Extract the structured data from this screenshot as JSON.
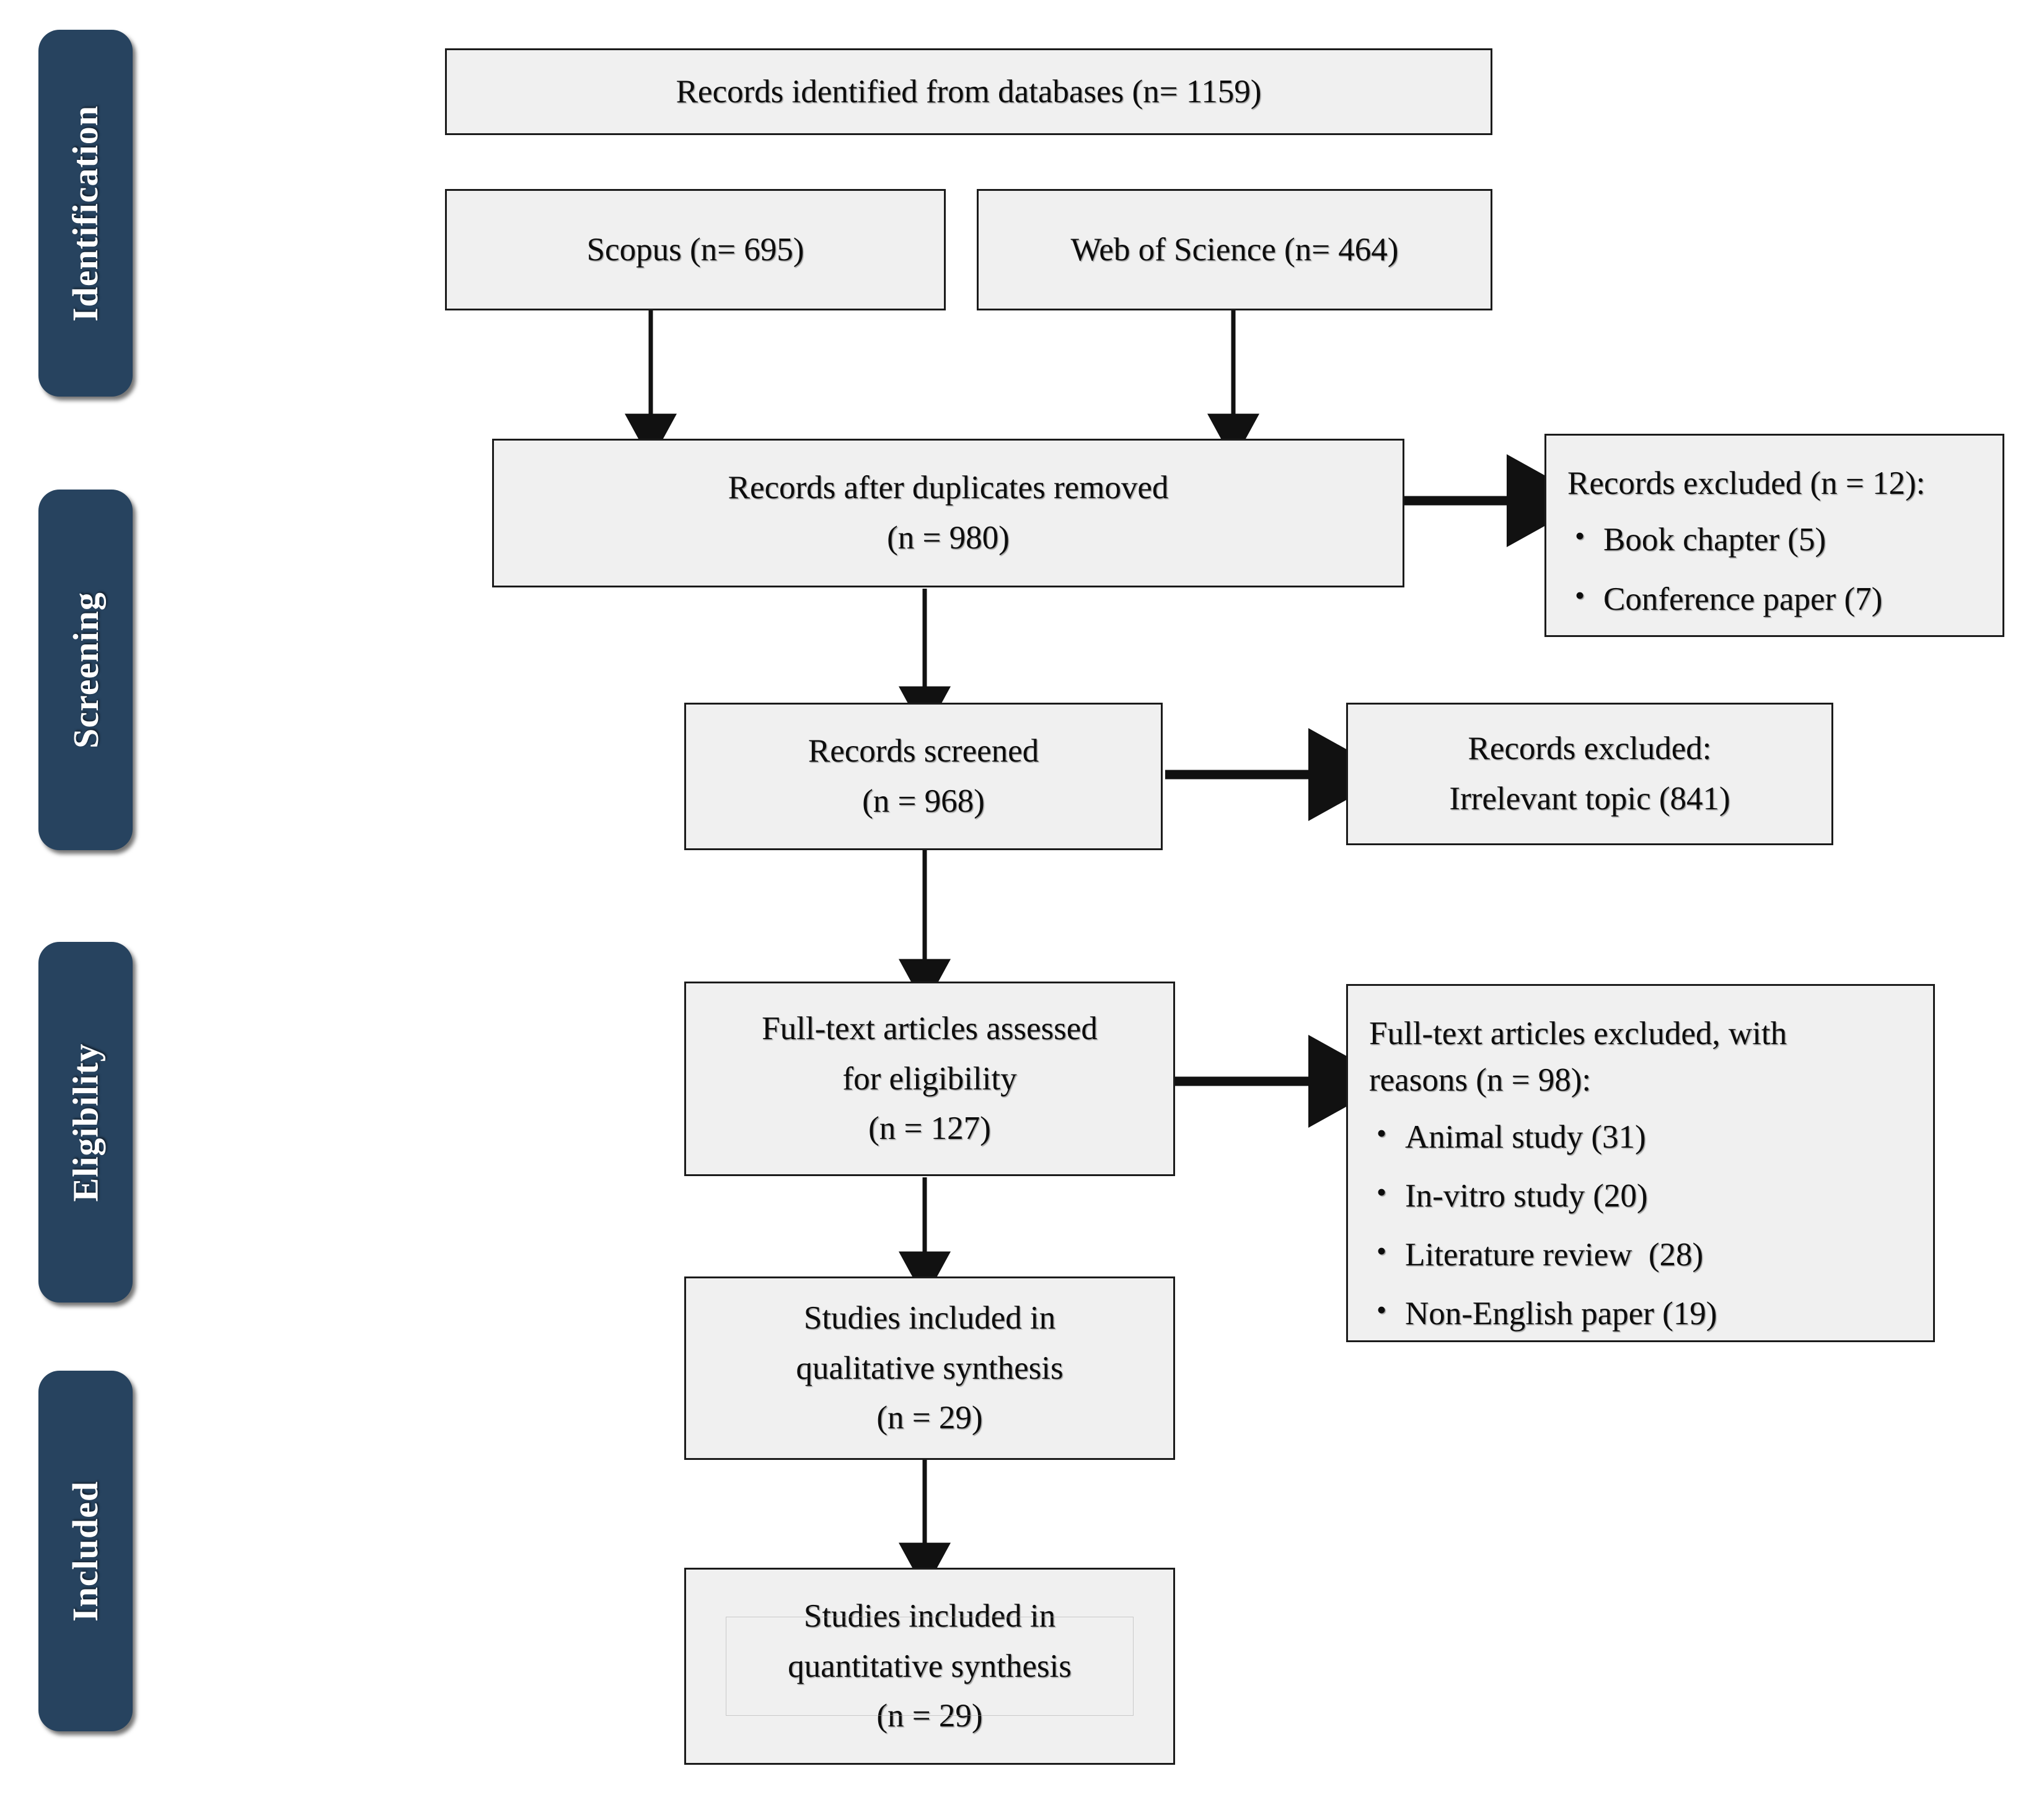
{
  "diagram": {
    "title": "PRISMA flow diagram",
    "colors": {
      "stage_pill_bg": "#27435f",
      "stage_pill_text": "#ffffff",
      "box_fill": "#f0f0f0",
      "box_border": "#1b1b1b",
      "box_text": "#0d0d0d",
      "shadow_blue": "#96b2d1"
    }
  },
  "stages": [
    {
      "label": "Identification"
    },
    {
      "label": "Screening"
    },
    {
      "label": "Eligibility"
    },
    {
      "label": "Included"
    }
  ],
  "boxes": {
    "identified": {
      "line1": "Records identified from databases (n= 1159)"
    },
    "scopus": {
      "line1": "Scopus (n= 695)"
    },
    "wos": {
      "line1": "Web of Science (n= 464)"
    },
    "dedup": {
      "line1": "Records after duplicates removed",
      "line2": "(n = 980)"
    },
    "excluded_dup": {
      "heading": "Records excluded (n = 12):",
      "items": [
        "Book chapter (5)",
        "Conference paper (7)"
      ]
    },
    "screened": {
      "line1": "Records screened",
      "line2": "(n = 968)"
    },
    "excluded_screen": {
      "line1": "Records excluded:",
      "line2": "Irrelevant topic (841)"
    },
    "fulltext": {
      "line1": "Full-text articles assessed",
      "line2": "for eligibility",
      "line3": "(n = 127)"
    },
    "excluded_fulltext": {
      "heading_line1": "Full-text articles excluded, with",
      "heading_line2": "reasons (n = 98):",
      "items": [
        "Animal study (31)",
        "In-vitro study (20)",
        "Literature review  (28)",
        "Non-English paper (19)"
      ]
    },
    "qualitative": {
      "line1": "Studies included in",
      "line2": "qualitative synthesis",
      "line3": "(n = 29)"
    },
    "quantitative": {
      "line1": "Studies included in",
      "line2": "quantitative synthesis",
      "line3": "(n = 29)"
    }
  }
}
